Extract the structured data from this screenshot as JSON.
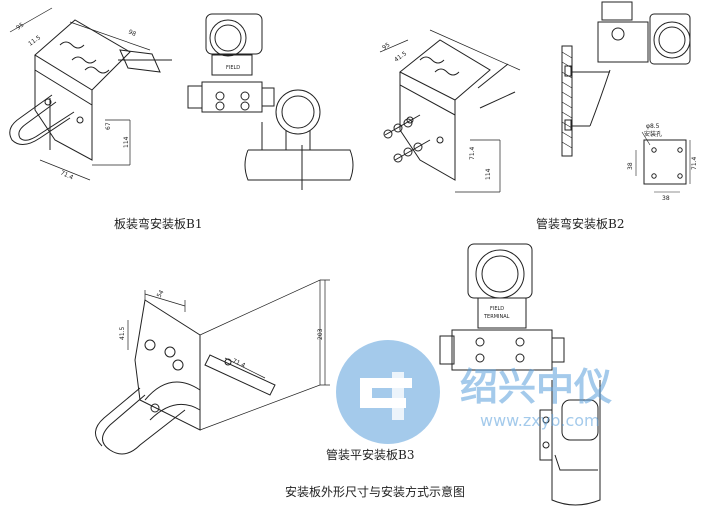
{
  "diagrams": {
    "b1": {
      "caption": "板装弯安装板B1",
      "dims": [
        "95",
        "98",
        "11.5",
        "67",
        "114",
        "71.4"
      ]
    },
    "b2": {
      "caption": "管装弯安装板B2",
      "dims": [
        "95",
        "41.5",
        "71.4",
        "114",
        "φ8.5",
        "安装孔",
        "71.4",
        "38",
        "38"
      ]
    },
    "b3": {
      "caption": "管装平安装板B3",
      "dims": [
        "54",
        "41.5",
        "203",
        "71.4"
      ]
    }
  },
  "transmitter": {
    "nameplate": "FIELD",
    "terminal": "TERMINAL"
  },
  "figure_caption": "安装板外形尺寸与安装方式示意图",
  "watermark": {
    "cn": "绍兴中仪",
    "url": "www.zxyb.com"
  },
  "colors": {
    "ink": "#222222",
    "watermark_blue": "#5aa0dc"
  }
}
